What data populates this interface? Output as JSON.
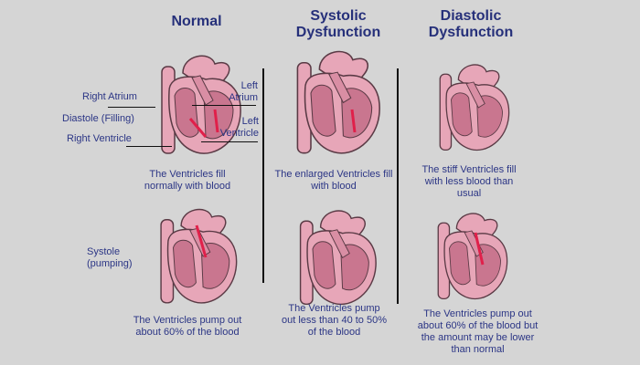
{
  "columns": [
    {
      "title": "Normal",
      "top_caption": "The Ventricles fill normally with blood",
      "bottom_caption": "The Ventricles pump out about 60% of the blood"
    },
    {
      "title": "Systolic Dysfunction",
      "top_caption": "The enlarged Ventricles fill with blood",
      "bottom_caption": "The Ventricles pump out less than 40 to 50% of the blood"
    },
    {
      "title": "Diastolic Dysfunction",
      "top_caption": "The stiff Ventricles fill with less blood than usual",
      "bottom_caption": "The Ventricles pump out about 60% of the blood but the amount may be lower than normal"
    }
  ],
  "labels": {
    "right_atrium": "Right Atrium",
    "diastole": "Diastole (Filling)",
    "right_ventricle": "Right Ventricle",
    "left_atrium": "Left Atrium",
    "left_ventricle": "Left Ventricle",
    "systole": "Systole (pumping)"
  },
  "colors": {
    "heart": "#e7a6b8",
    "chamber": "#c9768f",
    "outline": "#5a3a45",
    "arrow": "#e0204a",
    "text": "#2b3585"
  }
}
